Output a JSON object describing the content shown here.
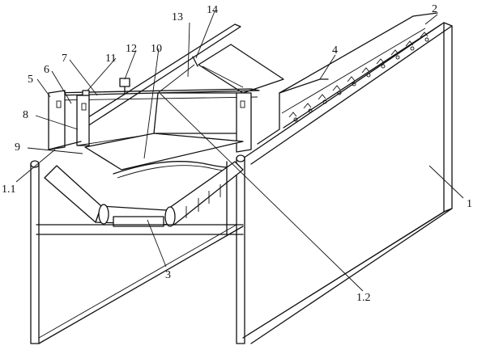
{
  "labels": {
    "l1": "1",
    "l1_1": "1.1",
    "l1_2": "1.2",
    "l2": "2",
    "l3": "3",
    "l4": "4",
    "l5": "5",
    "l6": "6",
    "l7": "7",
    "l8": "8",
    "l9": "9",
    "l10": "10",
    "l11": "11",
    "l12": "12",
    "l13": "13",
    "l14": "14"
  }
}
